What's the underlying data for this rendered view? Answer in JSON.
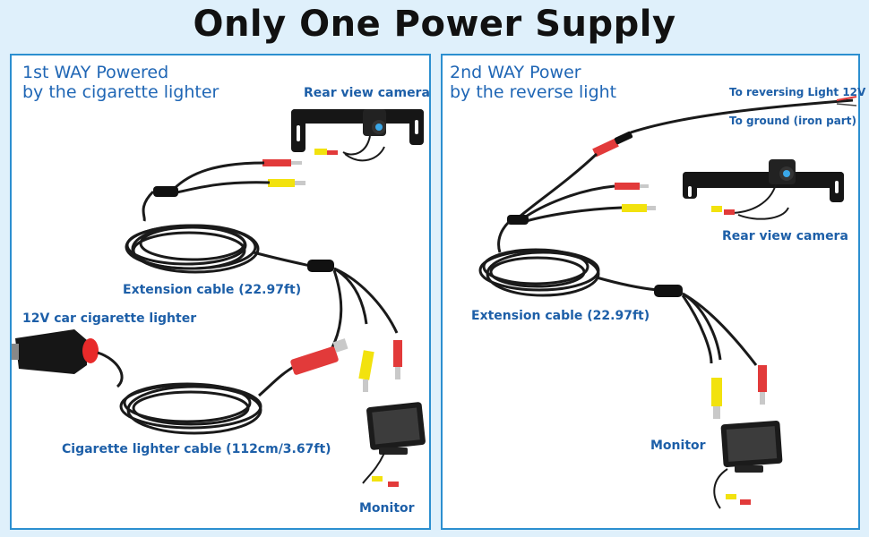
{
  "title": "Only One Power Supply",
  "left_panel": {
    "heading_line1": "1st WAY Powered",
    "heading_line2": "by the cigarette lighter",
    "labels": {
      "rear_camera": "Rear view camera",
      "extension_cable": "Extension cable (22.97ft)",
      "cigarette_lighter": "12V car cigarette lighter",
      "lighter_cable": "Cigarette lighter cable (112cm/3.67ft)",
      "monitor": "Monitor"
    }
  },
  "right_panel": {
    "heading_line1": "2nd WAY Power",
    "heading_line2": "by the reverse light",
    "labels": {
      "reversing_light": "To reversing Light 12V",
      "ground": "To ground (iron part)",
      "rear_camera": "Rear view camera",
      "extension_cable": "Extension cable (22.97ft)",
      "monitor": "Monitor"
    }
  },
  "colors": {
    "accent_blue": "#2c8fd0",
    "label_blue": "#1d5fa8",
    "plug_red": "#e23a3a",
    "plug_yellow": "#f2e20e",
    "cable_black": "#1a1a1a"
  }
}
